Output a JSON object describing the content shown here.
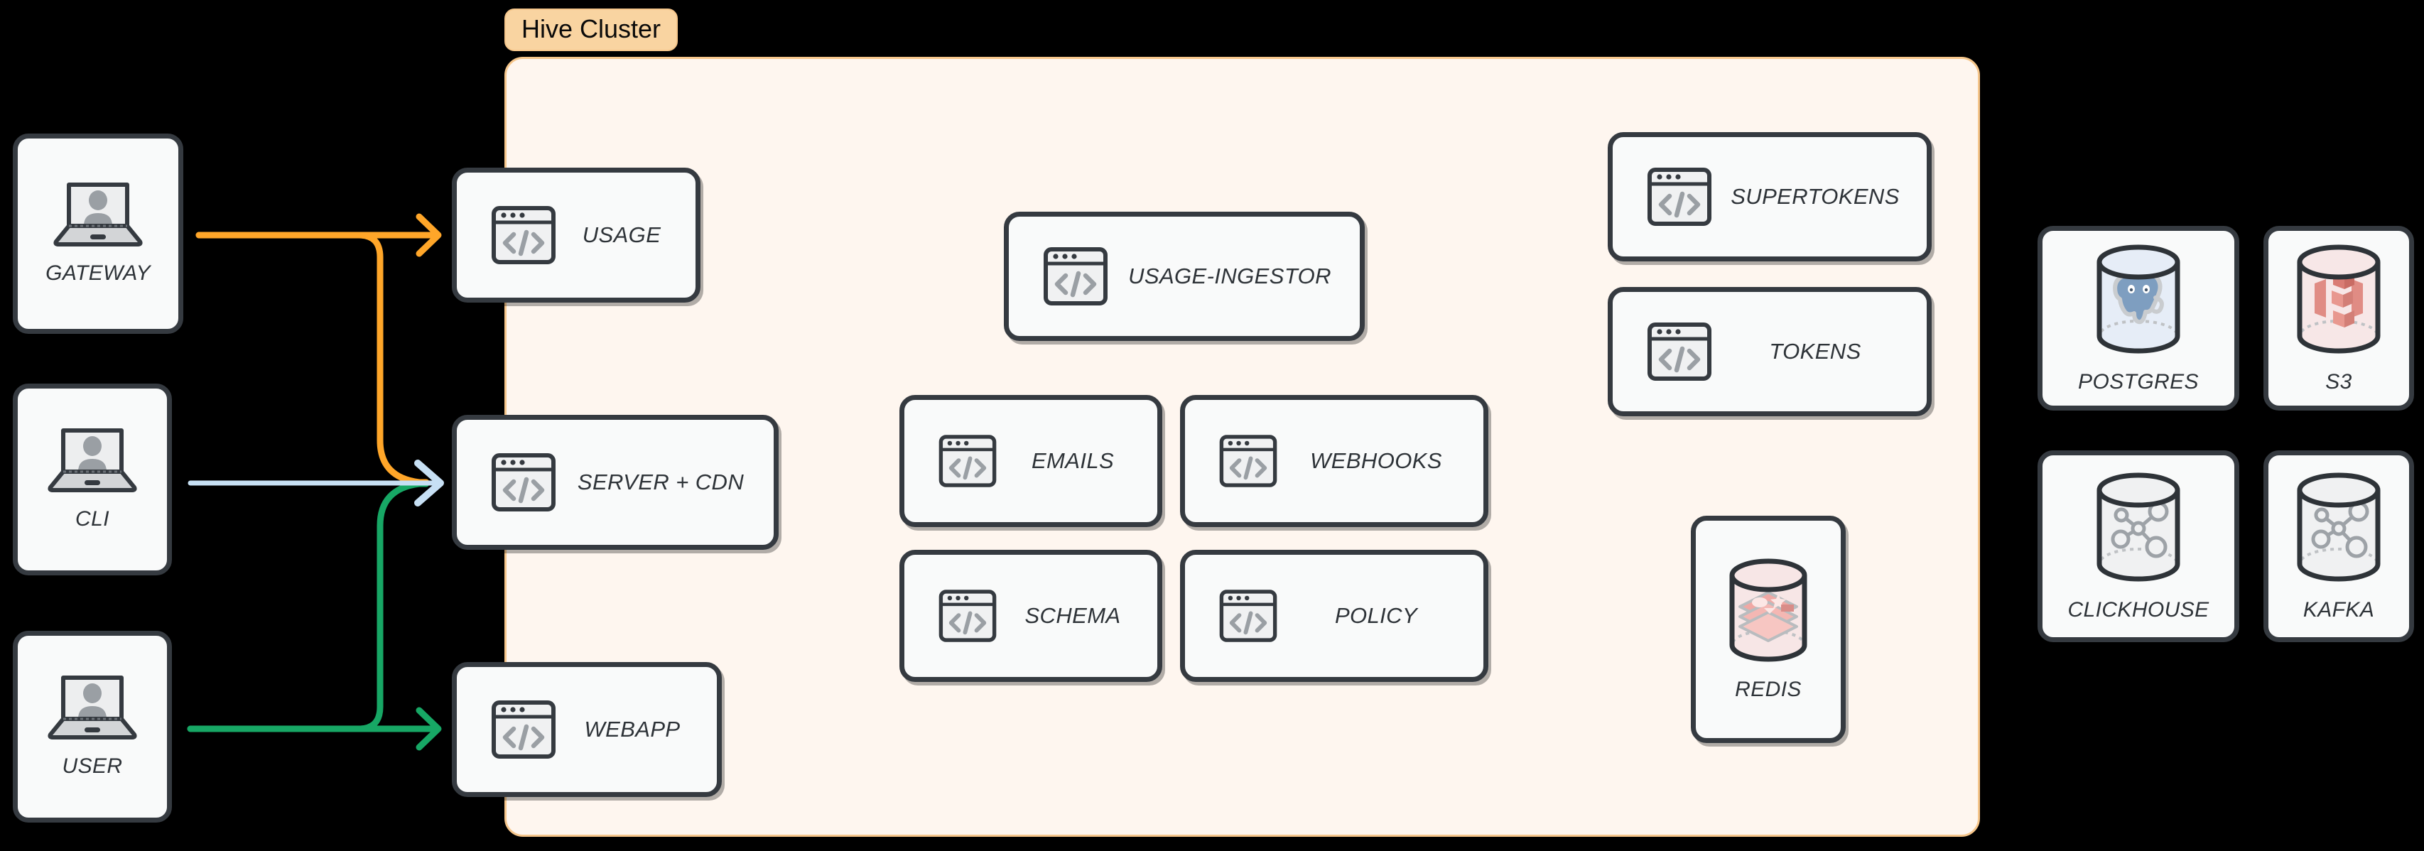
{
  "diagram": {
    "title": "Hive Cluster architecture diagram",
    "background_color": "#000000"
  },
  "cluster": {
    "label": "Hive Cluster",
    "fill_color": "#FEF6EF",
    "border_color": "#F6C68B",
    "label_fill_color": "#F9D4A1"
  },
  "actors": [
    {
      "label": "GATEWAY",
      "icon": "laptop-user-icon"
    },
    {
      "label": "CLI",
      "icon": "laptop-user-icon"
    },
    {
      "label": "USER",
      "icon": "laptop-user-icon"
    }
  ],
  "edge_services": [
    {
      "label": "USAGE",
      "icon": "code-window-icon"
    },
    {
      "label": "SERVER + CDN",
      "icon": "code-window-icon"
    },
    {
      "label": "WEBAPP",
      "icon": "code-window-icon"
    }
  ],
  "cluster_services": [
    {
      "label": "USAGE-INGESTOR",
      "icon": "code-window-icon"
    },
    {
      "label": "EMAILS",
      "icon": "code-window-icon"
    },
    {
      "label": "WEBHOOKS",
      "icon": "code-window-icon"
    },
    {
      "label": "SCHEMA",
      "icon": "code-window-icon"
    },
    {
      "label": "POLICY",
      "icon": "code-window-icon"
    },
    {
      "label": "SUPERTOKENS",
      "icon": "code-window-icon"
    },
    {
      "label": "TOKENS",
      "icon": "code-window-icon"
    }
  ],
  "cluster_datastores": [
    {
      "label": "REDIS",
      "icon": "redis-cylinder-icon"
    }
  ],
  "external_datastores": [
    {
      "label": "POSTGRES",
      "icon": "postgres-cylinder-icon"
    },
    {
      "label": "S3",
      "icon": "s3-cylinder-icon"
    },
    {
      "label": "CLICKHOUSE",
      "icon": "network-cylinder-icon"
    },
    {
      "label": "KAFKA",
      "icon": "network-cylinder-icon"
    }
  ],
  "connections": [
    {
      "from": "GATEWAY",
      "to": "USAGE",
      "color": "#FFA629",
      "arrow": true
    },
    {
      "from": "GATEWAY",
      "to": "SERVER + CDN",
      "color": "#FFA629",
      "arrow": false
    },
    {
      "from": "CLI",
      "to": "SERVER + CDN",
      "color": "#C7E0F4",
      "arrow": true
    },
    {
      "from": "USER",
      "to": "SERVER + CDN",
      "color": "#17A765",
      "arrow": false
    },
    {
      "from": "USER",
      "to": "WEBAPP",
      "color": "#17A765",
      "arrow": true
    }
  ],
  "colors": {
    "node_fill": "#F9FAFA",
    "node_stroke": "#353A40",
    "label_text": "#2E3338",
    "orange": "#FFA629",
    "blue": "#C7E0F4",
    "green": "#17A765"
  }
}
